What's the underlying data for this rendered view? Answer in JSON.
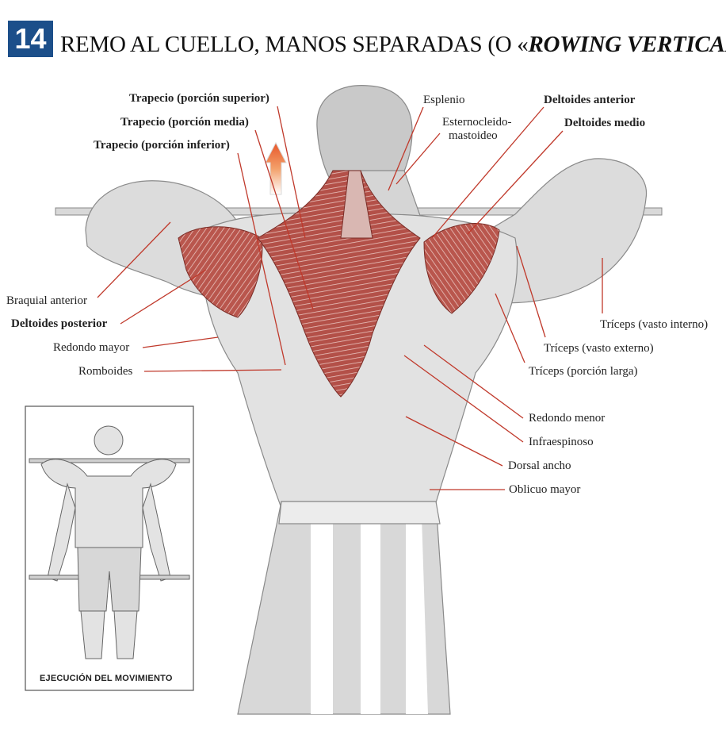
{
  "header": {
    "number": "14",
    "title_prefix": "REMO AL CUELLO, MANOS SEPARADAS (O «",
    "title_italic": "ROWING VERTICAL",
    "title_suffix": "»)"
  },
  "labels": {
    "trapecio_superior": "Trapecio (porción superior)",
    "trapecio_media": "Trapecio (porción media)",
    "trapecio_inferior": "Trapecio (porción inferior)",
    "esplenio": "Esplenio",
    "esternocleido": "Esternocleido-",
    "mastoideo": "mastoideo",
    "deltoides_anterior": "Deltoides anterior",
    "deltoides_medio": "Deltoides medio",
    "braquial_anterior": "Braquial anterior",
    "deltoides_posterior": "Deltoides posterior",
    "redondo_mayor": "Redondo mayor",
    "romboides": "Romboides",
    "triceps_vasto_interno": "Tríceps (vasto interno)",
    "triceps_vasto_externo": "Tríceps (vasto externo)",
    "triceps_porcion_larga": "Tríceps (porción larga)",
    "redondo_menor": "Redondo menor",
    "infraespinoso": "Infraespinoso",
    "dorsal_ancho": "Dorsal ancho",
    "oblicuo_mayor": "Oblicuo mayor"
  },
  "inset": {
    "caption": "EJECUCIÓN DEL MOVIMIENTO"
  },
  "colors": {
    "number_box": "#1c4f8a",
    "leader_line": "#c0392b",
    "muscle_highlight": "#b5524a",
    "arrow": "#e8572a"
  },
  "icons": {
    "movement_arrow": "arrow-up-icon"
  }
}
